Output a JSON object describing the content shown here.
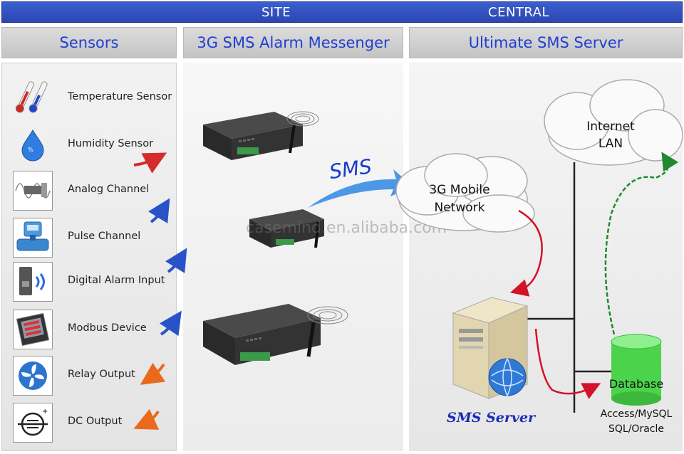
{
  "top": {
    "left_label": "SITE",
    "right_label": "CENTRAL",
    "bar_color": "#2f4cc0"
  },
  "headers": {
    "col1": "Sensors",
    "col2": "3G SMS Alarm Messenger",
    "col3": "Ultimate SMS Server"
  },
  "sensors": [
    {
      "label": "Temperature Sensor",
      "icon": "thermometer-icon"
    },
    {
      "label": "Humidity Sensor",
      "icon": "water-drop-icon"
    },
    {
      "label": "Analog Channel",
      "icon": "analog-probe-icon"
    },
    {
      "label": "Pulse Channel",
      "icon": "flow-meter-icon"
    },
    {
      "label": "Digital Alarm Input",
      "icon": "door-sensor-icon"
    },
    {
      "label": "Modbus Device",
      "icon": "panel-meter-icon"
    },
    {
      "label": "Relay Output",
      "icon": "fan-icon"
    },
    {
      "label": "DC Output",
      "icon": "dc-output-icon"
    }
  ],
  "diagram": {
    "sms_label": "SMS",
    "cloud_mobile": [
      "3G Mobile",
      "Network"
    ],
    "cloud_internet": [
      "Internet",
      "LAN"
    ],
    "server_label": "SMS Server",
    "database_label": "Database",
    "database_sub": [
      "Access/MySQL",
      "SQL/Oracle"
    ],
    "watermark": "casemind.en.alibaba.com"
  },
  "colors": {
    "header_text": "#1f3fd2",
    "arrow_blue": "#2a62c8",
    "arrow_red": "#d62b2b",
    "arrow_orange": "#e86a1a",
    "db_green": "#4bd44b",
    "link_red": "#d3122a",
    "link_green": "#1f8a2e"
  }
}
